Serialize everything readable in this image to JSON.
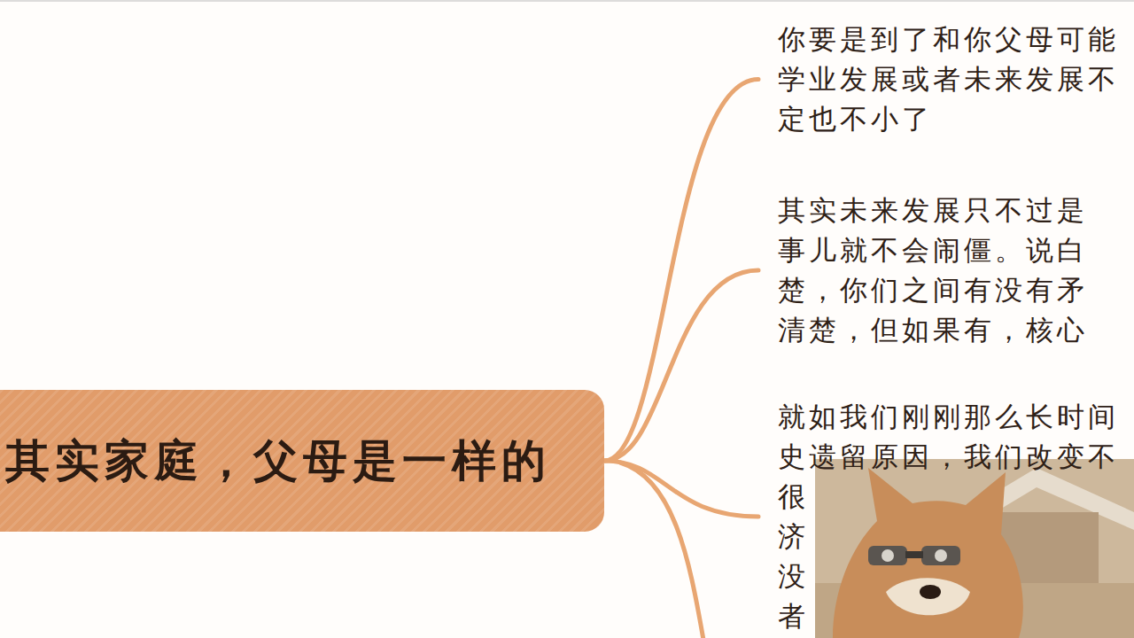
{
  "diagram": {
    "nodes": [
      {
        "text": [
          "其实家庭，父母是一样的"
        ]
      },
      {
        "text": [
          "你要是到了和你父母可能 学业发展或者未来发展不 定也不小了"
        ]
      },
      {
        "text": [
          "其实未来发展只不过是 事儿就不会闹僵。说白 楚，你们之间有没有矛 清楚，但如果有，核心"
        ]
      },
      {
        "text": [
          "就如我们刚刚那么长时间 史遗留原因，我们改变不 很 济 没 者"
        ]
      }
    ],
    "edges": [
      {
        "from": 0,
        "to": 1,
        "arrow": "none"
      },
      {
        "from": 0,
        "to": 2,
        "arrow": "none"
      },
      {
        "from": 0,
        "to": 3,
        "arrow": "none"
      }
    ]
  }
}
